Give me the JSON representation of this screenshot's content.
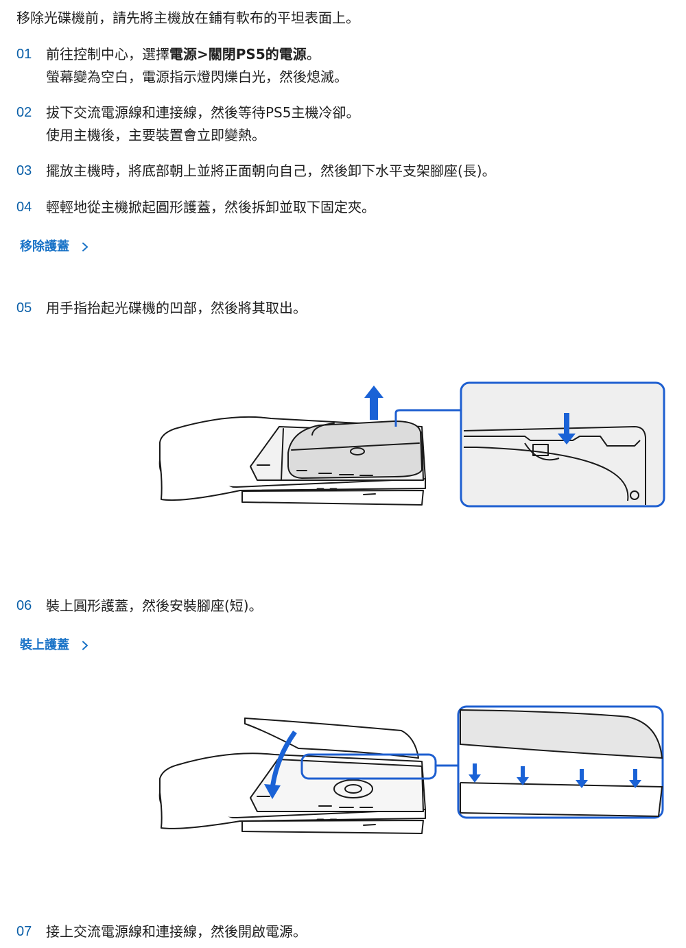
{
  "intro": "移除光碟機前，請先將主機放在鋪有軟布的平坦表面上。",
  "steps": [
    {
      "num": "01",
      "line1_pre": "前往控制中心，選擇",
      "line1_bold1": "電源",
      "line1_sep": ">",
      "line1_bold2": "關閉PS5的電源",
      "line1_post": "。",
      "line2": "螢幕變為空白，電源指示燈閃爍白光，然後熄滅。"
    },
    {
      "num": "02",
      "line1": "拔下交流電源線和連接線，然後等待PS5主機冷卻。",
      "line2": "使用主機後，主要裝置會立即變熱。"
    },
    {
      "num": "03",
      "line1": "擺放主機時，將底部朝上並將正面朝向自己，然後卸下水平支架腳座(長)。"
    },
    {
      "num": "04",
      "line1": "輕輕地從主機掀起圓形護蓋，然後拆卸並取下固定夾。"
    },
    {
      "num": "05",
      "line1": "用手指抬起光碟機的凹部，然後將其取出。"
    },
    {
      "num": "06",
      "line1": "裝上圓形護蓋，然後安裝腳座(短)。"
    },
    {
      "num": "07",
      "line1": "接上交流電源線和連接線，然後開啟電源。"
    }
  ],
  "links": {
    "remove_cover": "移除護蓋",
    "attach_cover": "裝上護蓋"
  },
  "colors": {
    "step_number": "#0a5fa8",
    "link": "#1a73c7",
    "callout_border": "#1e5fd0",
    "arrow": "#1a62d6"
  },
  "icons": {
    "link_chevron": "chevron-right-icon"
  }
}
